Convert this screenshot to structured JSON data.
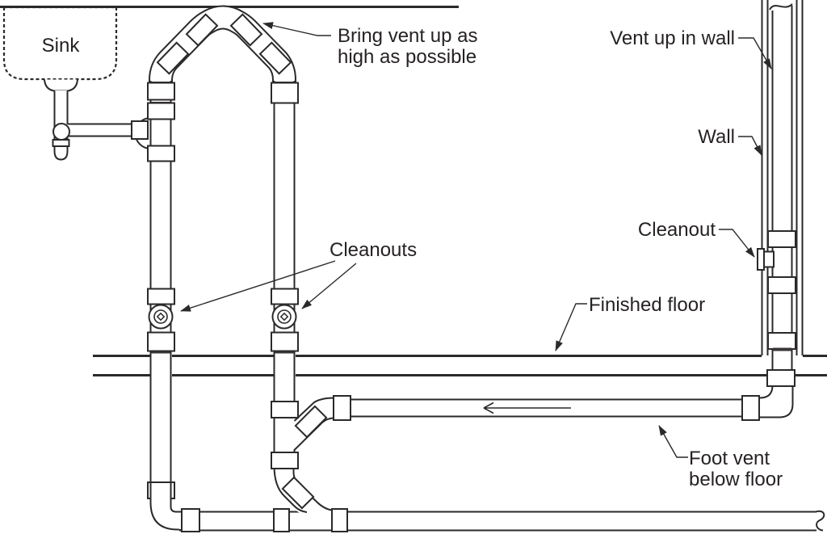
{
  "diagram": {
    "type": "plumbing-vent-diagram",
    "colors": {
      "line": "#2b292a",
      "background": "#ffffff",
      "text": "#262223"
    },
    "labels": {
      "sink": "Sink",
      "bring_vent_line1": "Bring vent up as",
      "bring_vent_line2": "high as possible",
      "vent_up_in_wall": "Vent up in wall",
      "wall": "Wall",
      "cleanout": "Cleanout",
      "cleanouts": "Cleanouts",
      "finished_floor": "Finished floor",
      "foot_vent_line1": "Foot vent",
      "foot_vent_line2": "below floor"
    },
    "flow_arrow_direction": "left"
  }
}
